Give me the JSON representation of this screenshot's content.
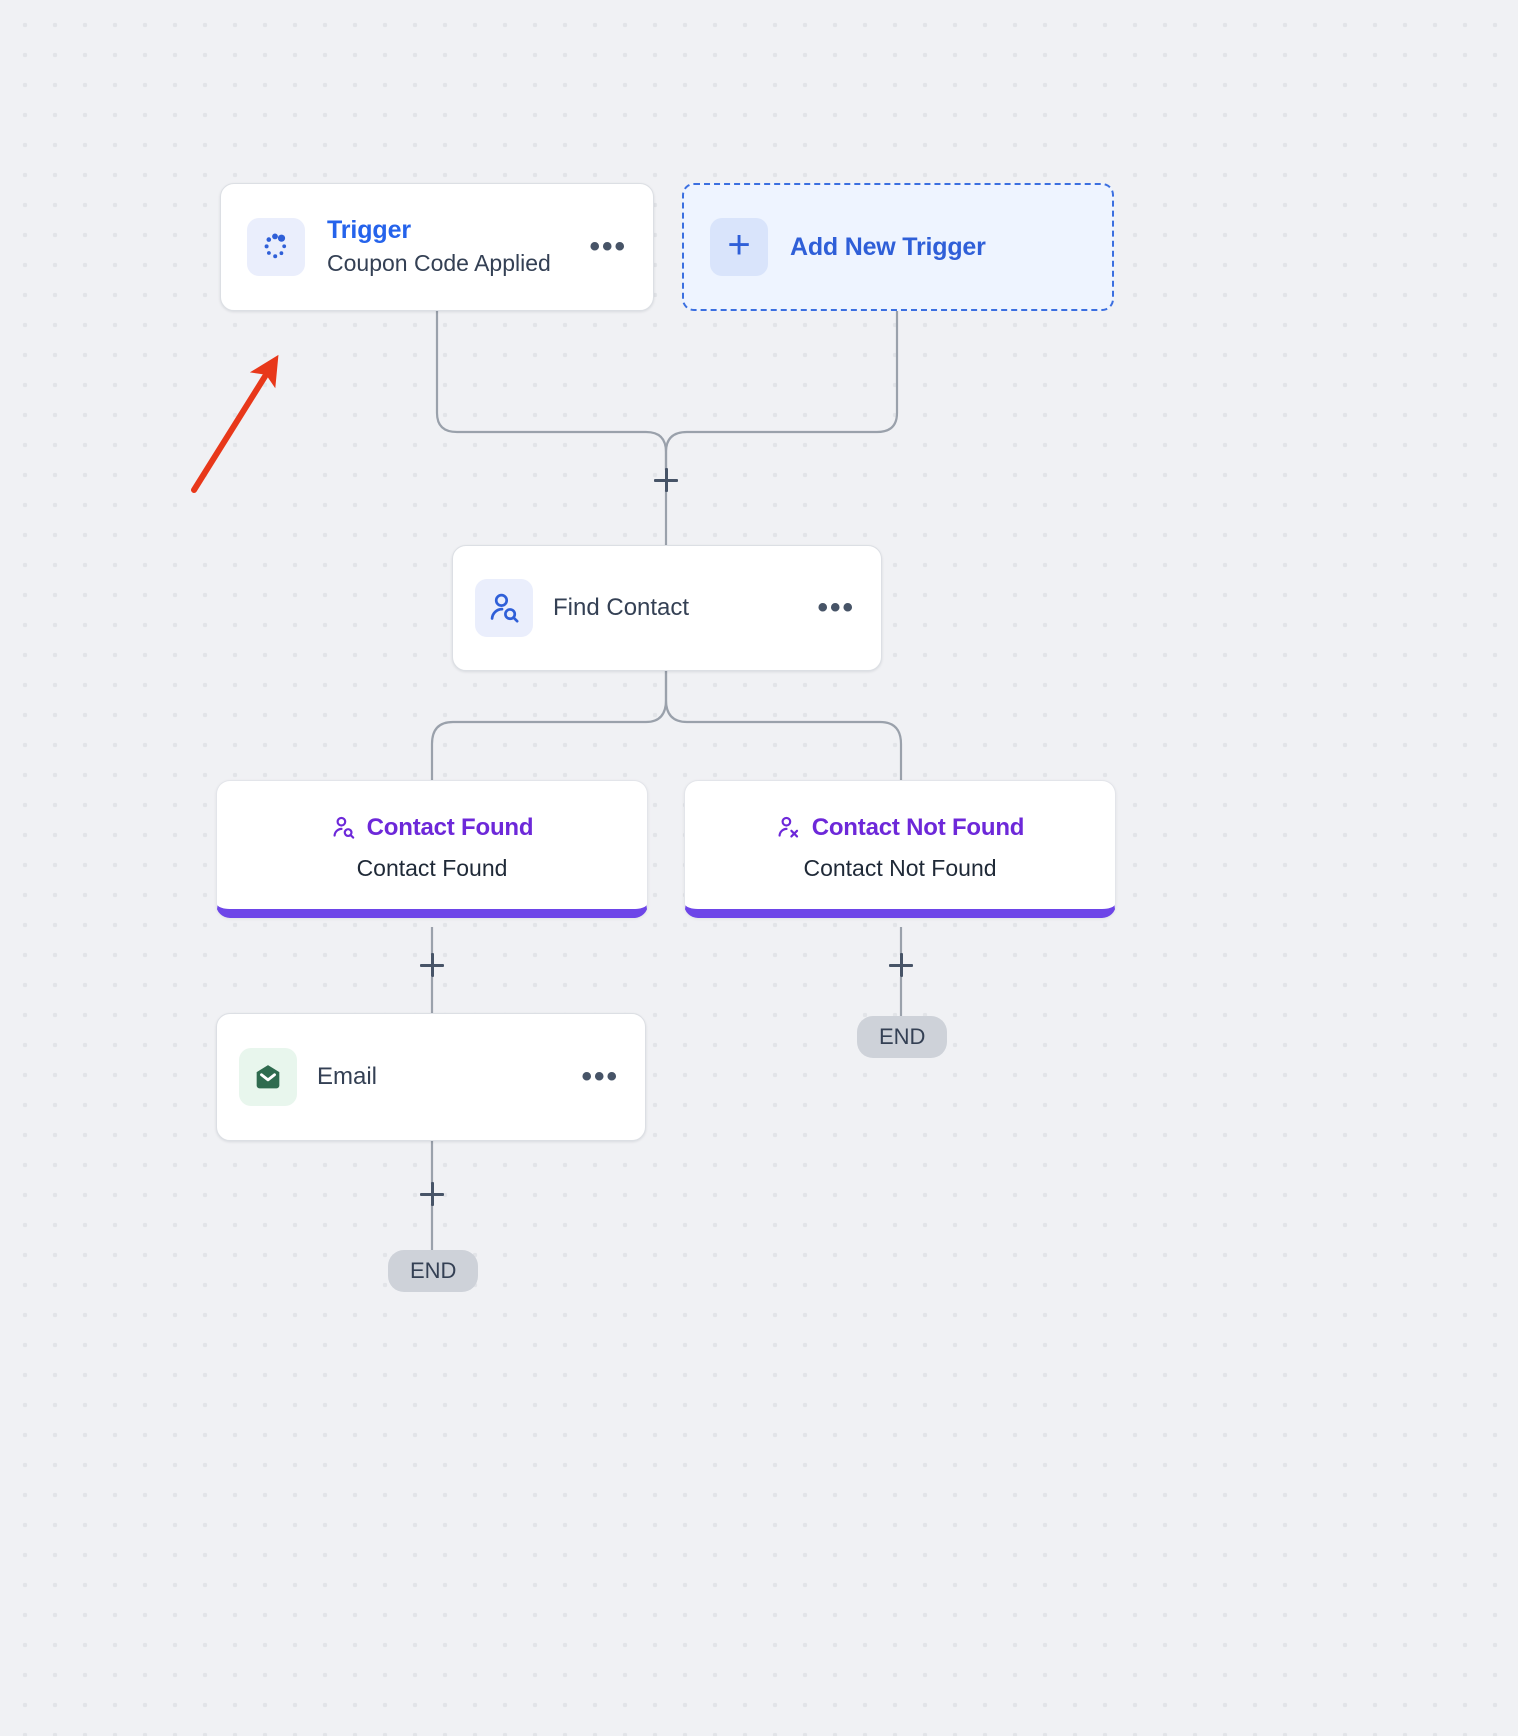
{
  "canvas": {
    "background_color": "#f0f1f4",
    "dot_color": "#e2e4e8"
  },
  "colors": {
    "trigger_blue": "#2563eb",
    "add_trigger_blue": "#2f5fd8",
    "branch_purple": "#6d28d9",
    "branch_bar_purple": "#6d45e8",
    "email_green": "#2f6b4f",
    "end_gray": "#ced2d9",
    "annotation_red": "#e8381a"
  },
  "nodes": {
    "trigger": {
      "icon": "trigger-dots-icon",
      "title": "Trigger",
      "subtitle": "Coupon Code Applied",
      "menu": "•••"
    },
    "add_trigger": {
      "icon": "plus-icon",
      "label": "Add New Trigger",
      "plus": "+"
    },
    "find_contact": {
      "icon": "person-search-icon",
      "label": "Find Contact",
      "menu": "•••"
    },
    "branch_found": {
      "icon": "person-search-icon",
      "title": "Contact Found",
      "subtitle": "Contact Found"
    },
    "branch_not_found": {
      "icon": "person-x-icon",
      "title": "Contact Not Found",
      "subtitle": "Contact Not Found"
    },
    "email": {
      "icon": "envelope-icon",
      "label": "Email",
      "menu": "•••"
    }
  },
  "connectors": {
    "add_step_label": "+",
    "end_label": "END"
  },
  "annotation": {
    "type": "arrow",
    "color": "#e8381a",
    "points_to": "trigger-card"
  }
}
